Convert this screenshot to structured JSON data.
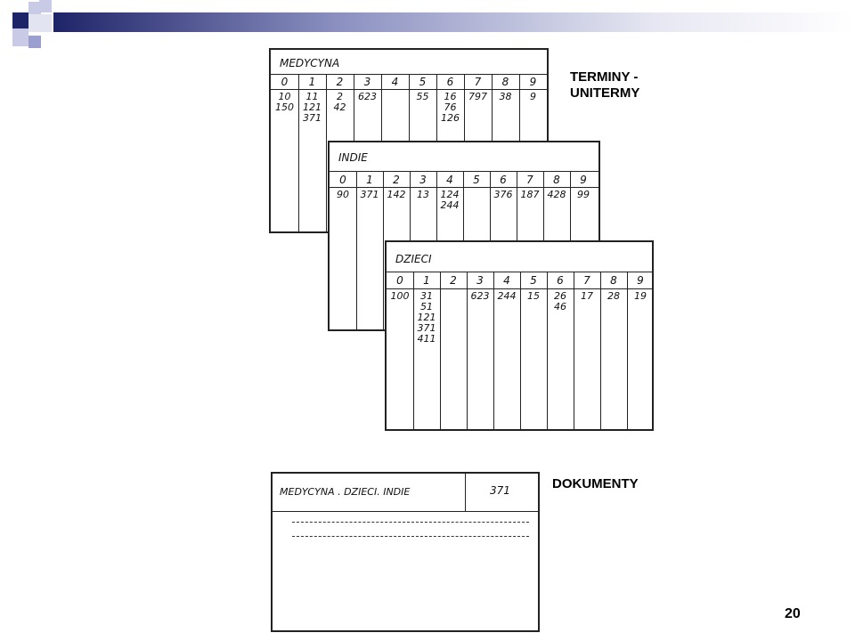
{
  "labels": {
    "terms_line1": "TERMINY -",
    "terms_line2": "UNITERMY",
    "documents": "DOKUMENTY",
    "page_number": "20"
  },
  "digits": [
    "0",
    "1",
    "2",
    "3",
    "4",
    "5",
    "6",
    "7",
    "8",
    "9"
  ],
  "cards": [
    {
      "title": "MEDYCYNA",
      "cells": [
        "10\n150",
        "11\n121\n371",
        "2\n42",
        "623",
        "",
        "55",
        "16\n76\n126",
        "797",
        "38",
        "9"
      ]
    },
    {
      "title": "INDIE",
      "cells": [
        "90",
        "371",
        "142",
        "13",
        "124\n244",
        "",
        "376",
        "187",
        "428",
        "99"
      ]
    },
    {
      "title": "DZIECI",
      "cells": [
        "100",
        "31\n51\n121\n371\n411",
        "",
        "623",
        "244",
        "15",
        "26\n46",
        "17",
        "28",
        "19"
      ]
    }
  ],
  "document_card": {
    "title": "MEDYCYNA . DZIECI. INDIE",
    "number": "371"
  },
  "colors": {
    "accent_dark": "#1e2468",
    "accent_light": "#9a9fd0"
  }
}
